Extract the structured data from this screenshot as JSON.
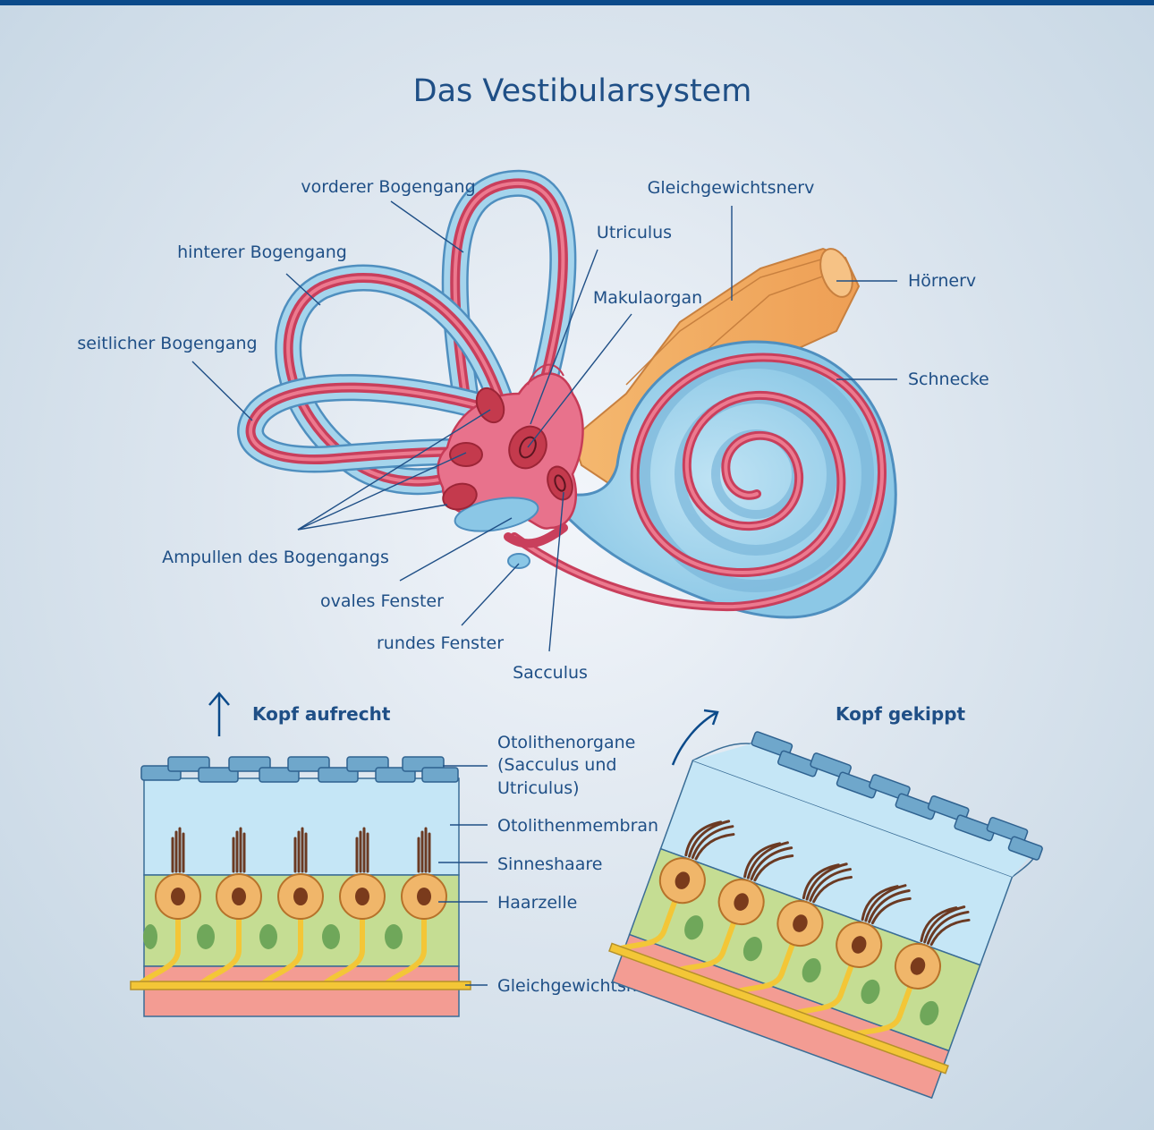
{
  "title": "Das Vestibularsystem",
  "labels": {
    "vorderer": "vorderer Bogengang",
    "hinterer": "hinterer Bogengang",
    "seitlicher": "seitlicher Bogengang",
    "ampullen": "Ampullen des Bogengangs",
    "ovales": "ovales Fenster",
    "rundes": "rundes Fenster",
    "sacculus": "Sacculus",
    "utriculus": "Utriculus",
    "makula": "Makulaorgan",
    "gleich_top": "Gleichgewichtsnerv",
    "hoernerv": "Hörnerv",
    "schnecke": "Schnecke"
  },
  "bottom": {
    "upright": "Kopf aufrecht",
    "tilted": "Kopf gekippt",
    "otolith_1": "Otolithenorgane",
    "otolith_2": "(Sacculus und",
    "otolith_3": "Utriculus)",
    "membran": "Otolithenmembran",
    "sinnes": "Sinneshaare",
    "haarzelle": "Haarzelle",
    "gleich": "Gleichgewichtsnerv"
  },
  "colors": {
    "accent": "#0b4a8a",
    "label_text": "#1f4f86",
    "canal_blue": "#a5d4ec",
    "endolymph_red": "#d9526a",
    "nerve_orange": "#f2b16e",
    "epithelium_green": "#c5dd93",
    "hair_cell": "#f0b66a",
    "otoconia": "#6fa7cb",
    "nerve_yellow": "#f3c637"
  }
}
